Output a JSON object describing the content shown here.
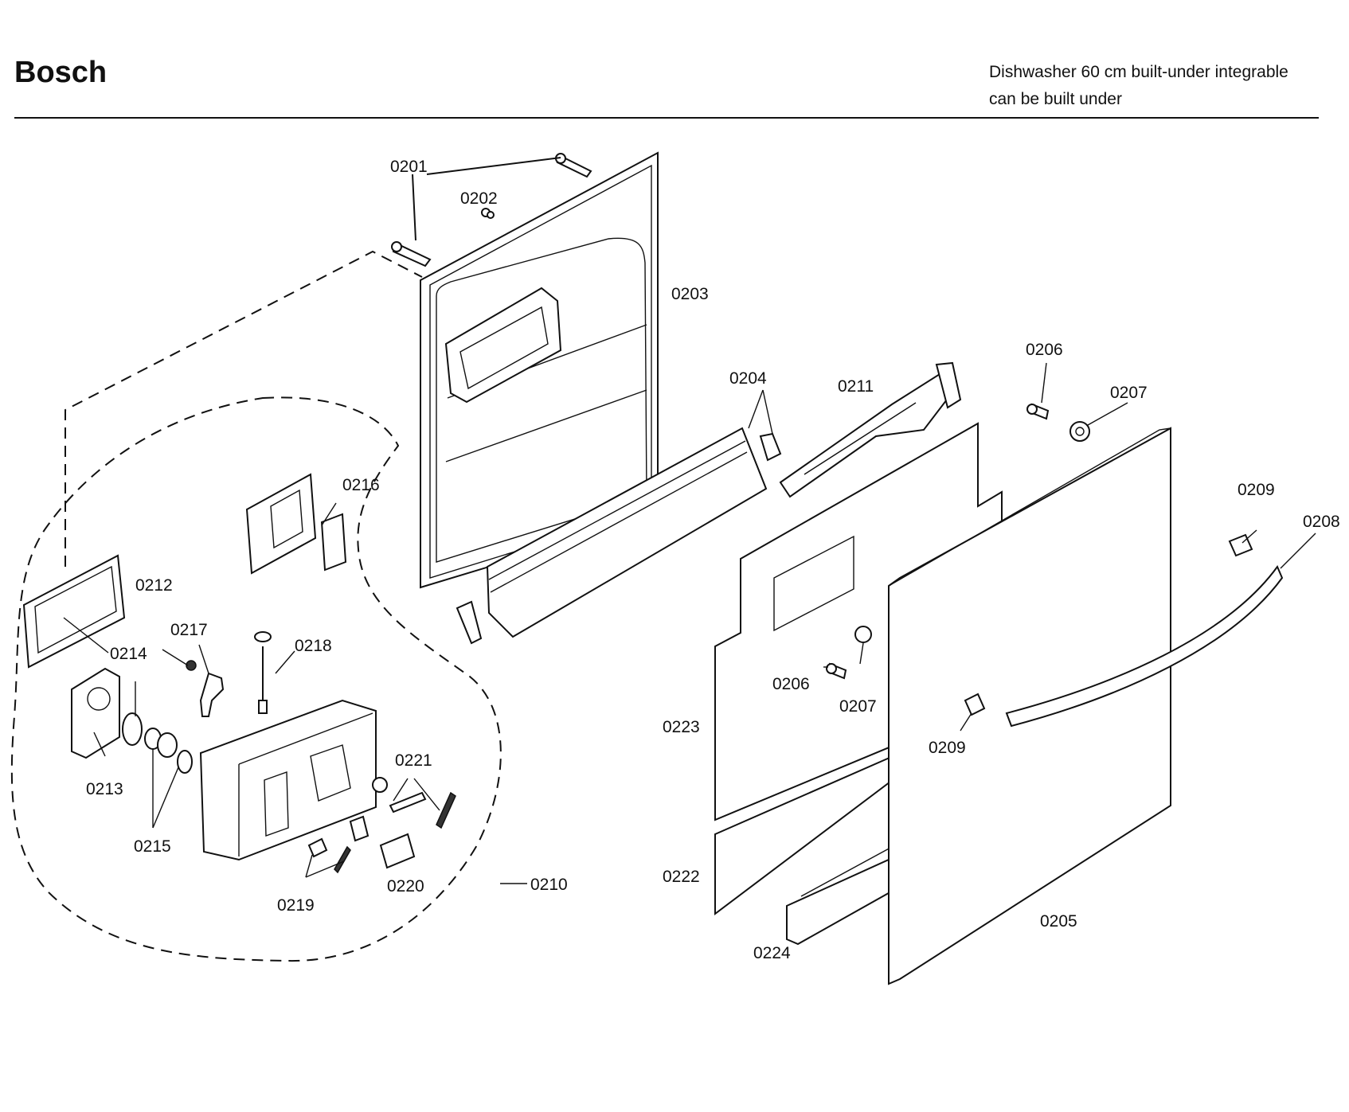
{
  "header": {
    "brand": "Bosch",
    "description_line1": "Dishwasher 60 cm built-under integrable",
    "description_line2": "can be built under"
  },
  "callouts": {
    "c0201": "0201",
    "c0202": "0202",
    "c0203": "0203",
    "c0204": "0204",
    "c0205": "0205",
    "c0206a": "0206",
    "c0206b": "0206",
    "c0207a": "0207",
    "c0207b": "0207",
    "c0208": "0208",
    "c0209a": "0209",
    "c0209b": "0209",
    "c0210": "0210",
    "c0211": "0211",
    "c0212": "0212",
    "c0213": "0213",
    "c0214": "0214",
    "c0215": "0215",
    "c0216": "0216",
    "c0217": "0217",
    "c0218": "0218",
    "c0219": "0219",
    "c0220": "0220",
    "c0221": "0221",
    "c0222": "0222",
    "c0223": "0223",
    "c0224": "0224"
  }
}
